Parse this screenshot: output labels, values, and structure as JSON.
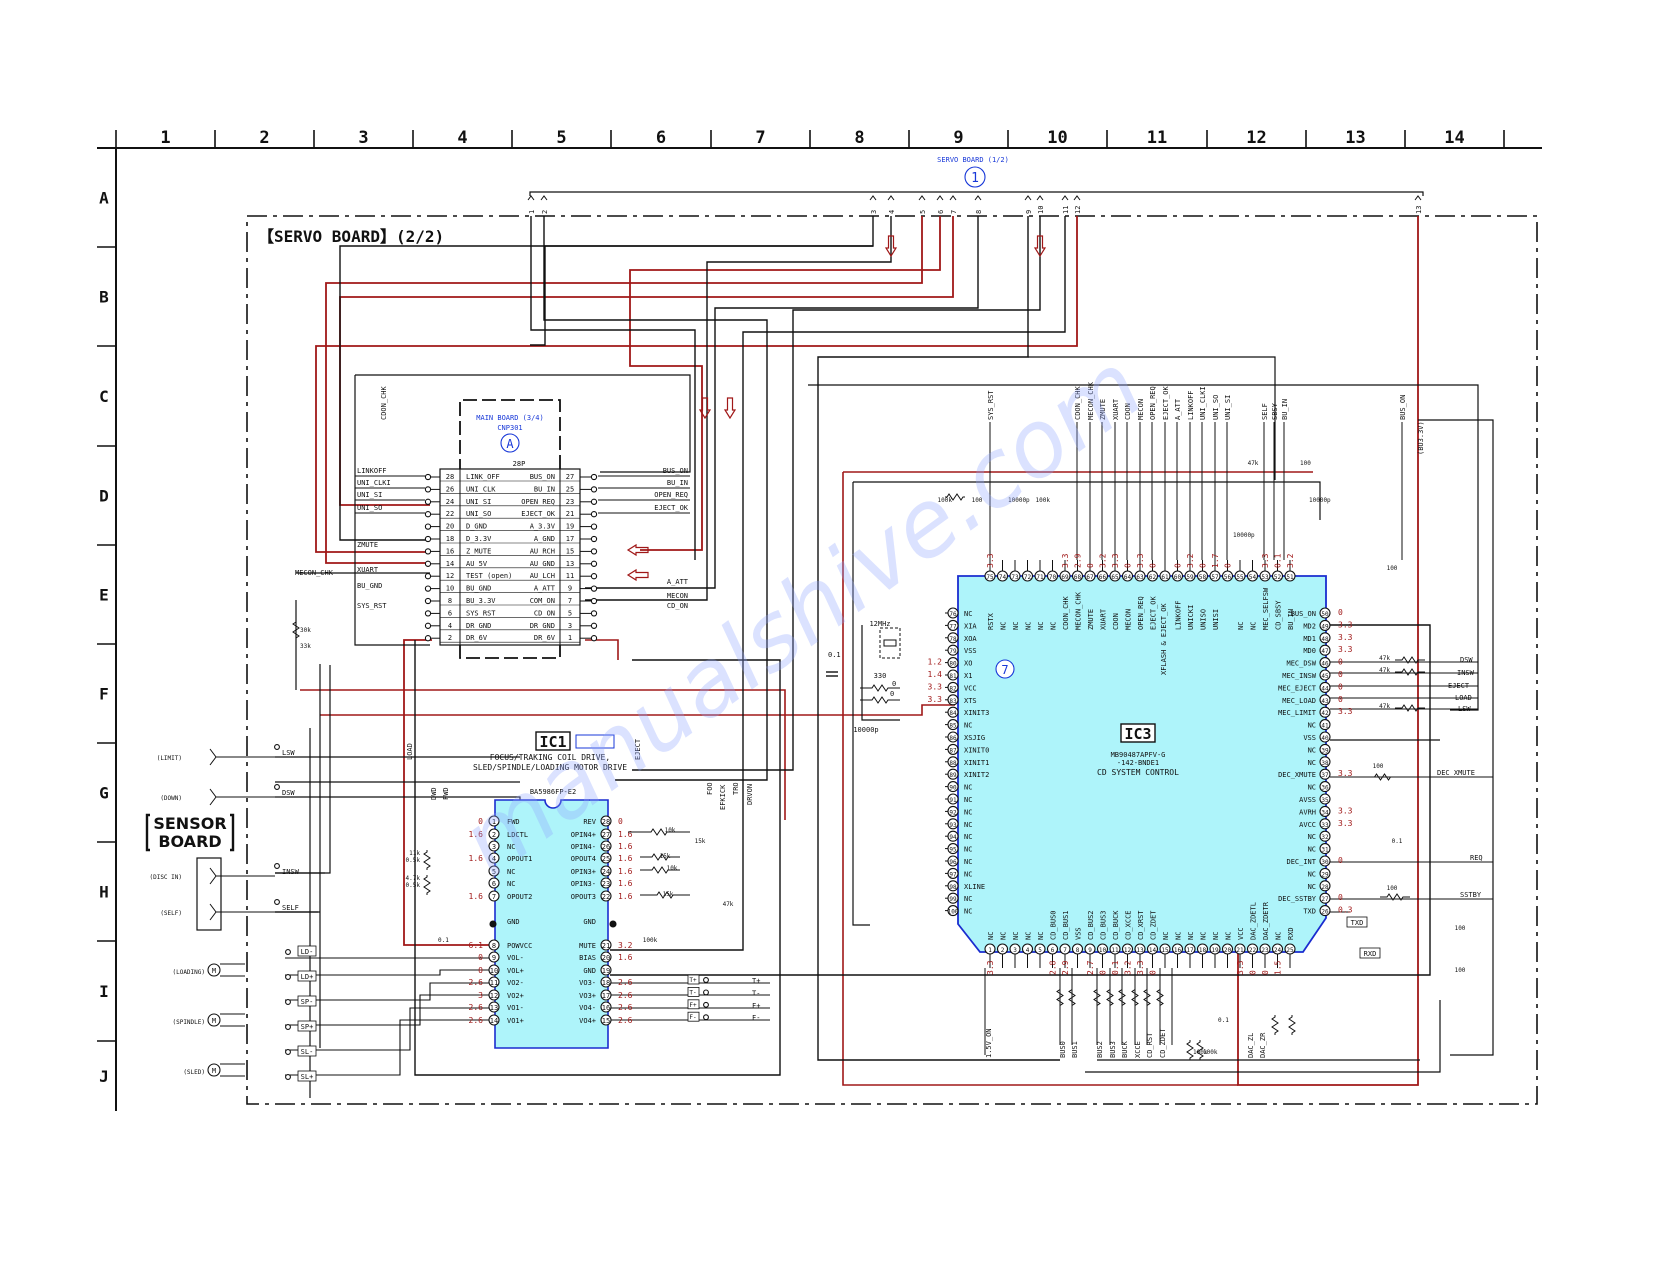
{
  "grid": {
    "columns": [
      "1",
      "2",
      "3",
      "4",
      "5",
      "6",
      "7",
      "8",
      "9",
      "10",
      "11",
      "12",
      "13",
      "14"
    ],
    "rows": [
      "A",
      "B",
      "C",
      "D",
      "E",
      "F",
      "G",
      "H",
      "I",
      "J"
    ]
  },
  "board_title": "【SERVO BOARD】(2/2)",
  "servo_ref": {
    "label": "SERVO BOARD (1/2)",
    "marker": "1"
  },
  "servo_pins": [
    "1",
    "2",
    "3",
    "4",
    "5",
    "6",
    "7",
    "8",
    "9",
    "10",
    "11",
    "12",
    "13"
  ],
  "main_board": {
    "label": "MAIN BOARD (3/4)",
    "connector": "CNP301",
    "marker": "A",
    "pin_count": "28P"
  },
  "connector_pins": [
    {
      "l": "28",
      "ln": "LINK_OFF",
      "r": "27",
      "rn": "BUS_ON"
    },
    {
      "l": "26",
      "ln": "UNI_CLK",
      "r": "25",
      "rn": "BU_IN"
    },
    {
      "l": "24",
      "ln": "UNI_SI",
      "r": "23",
      "rn": "OPEN_REQ"
    },
    {
      "l": "22",
      "ln": "UNI_SO",
      "r": "21",
      "rn": "EJECT_OK"
    },
    {
      "l": "20",
      "ln": "D_GND",
      "r": "19",
      "rn": "A_3.3V"
    },
    {
      "l": "18",
      "ln": "D_3.3V",
      "r": "17",
      "rn": "A_GND"
    },
    {
      "l": "16",
      "ln": "Z_MUTE",
      "r": "15",
      "rn": "AU_RCH"
    },
    {
      "l": "14",
      "ln": "AU_5V",
      "r": "13",
      "rn": "AU_GND"
    },
    {
      "l": "12",
      "ln": "TEST (open)",
      "r": "11",
      "rn": "AU_LCH"
    },
    {
      "l": "10",
      "ln": "BU_GND",
      "r": "9",
      "rn": "A_ATT"
    },
    {
      "l": "8",
      "ln": "BU_3.3V",
      "r": "7",
      "rn": "COM_ON"
    },
    {
      "l": "6",
      "ln": "SYS_RST",
      "r": "5",
      "rn": "CD_ON"
    },
    {
      "l": "4",
      "ln": "DR_GND",
      "r": "3",
      "rn": "DR_GND"
    },
    {
      "l": "2",
      "ln": "DR_6V",
      "r": "1",
      "rn": "DR_6V"
    }
  ],
  "connector_left_nets": [
    "LINKOFF",
    "UNI_CLKI",
    "UNI_SI",
    "UNI_SO",
    "ZMUTE",
    "XUART",
    "BU_GND",
    "SYS_RST",
    "MECON_CHK",
    "CDON_CHK"
  ],
  "connector_right_nets": [
    "BUS_ON",
    "BU_IN",
    "OPEN_REQ",
    "EJECT_OK",
    "A_ATT",
    "MECON",
    "CD_ON"
  ],
  "ic1": {
    "ref": "IC1",
    "desc1": "FOCUS/TRAKING COIL DRIVE,",
    "desc2": "SLED/SPINDLE/LOADING MOTOR DRIVE",
    "part": "BA5986FP-E2",
    "left": [
      {
        "n": "1",
        "name": "FWD",
        "v": "0"
      },
      {
        "n": "2",
        "name": "LDCTL",
        "v": "1.6"
      },
      {
        "n": "3",
        "name": "NC",
        "v": ""
      },
      {
        "n": "4",
        "name": "OPOUT1",
        "v": "1.6"
      },
      {
        "n": "5",
        "name": "NC",
        "v": ""
      },
      {
        "n": "6",
        "name": "NC",
        "v": ""
      },
      {
        "n": "7",
        "name": "OPOUT2",
        "v": "1.6"
      },
      {
        "n": "",
        "name": "GND",
        "v": ""
      },
      {
        "n": "8",
        "name": "POWVCC",
        "v": "6.1"
      },
      {
        "n": "9",
        "name": "VOL-",
        "v": "0"
      },
      {
        "n": "10",
        "name": "VOL+",
        "v": "0"
      },
      {
        "n": "11",
        "name": "VO2-",
        "v": "2.6"
      },
      {
        "n": "12",
        "name": "VO2+",
        "v": "3"
      },
      {
        "n": "13",
        "name": "VO1-",
        "v": "2.6"
      },
      {
        "n": "14",
        "name": "VO1+",
        "v": "2.6"
      }
    ],
    "right": [
      {
        "n": "28",
        "name": "REV",
        "v": "0"
      },
      {
        "n": "27",
        "name": "OPIN4+",
        "v": "1.6"
      },
      {
        "n": "26",
        "name": "OPIN4-",
        "v": "1.6"
      },
      {
        "n": "25",
        "name": "OPOUT4",
        "v": "1.6"
      },
      {
        "n": "24",
        "name": "OPIN3+",
        "v": "1.6"
      },
      {
        "n": "23",
        "name": "OPIN3-",
        "v": "1.6"
      },
      {
        "n": "22",
        "name": "OPOUT3",
        "v": "1.6"
      },
      {
        "n": "",
        "name": "GND",
        "v": ""
      },
      {
        "n": "21",
        "name": "MUTE",
        "v": "3.2"
      },
      {
        "n": "20",
        "name": "BIAS",
        "v": "1.6"
      },
      {
        "n": "19",
        "name": "GND",
        "v": ""
      },
      {
        "n": "18",
        "name": "VO3-",
        "v": "2.6"
      },
      {
        "n": "17",
        "name": "VO3+",
        "v": "2.6"
      },
      {
        "n": "16",
        "name": "VO4-",
        "v": "2.6"
      },
      {
        "n": "15",
        "name": "VO4+",
        "v": "2.6"
      }
    ],
    "top_nets": [
      "LOAD",
      "DWD",
      "FWD",
      "EJECT",
      "FOO",
      "EFKICK",
      "TRO",
      "DRVON"
    ],
    "outputs": [
      "T+",
      "T-",
      "F+",
      "F-"
    ]
  },
  "ic3": {
    "ref": "IC3",
    "part1": "MB90487APFV-G",
    "part2": "-142-BNDE1",
    "desc": "CD SYSTEM CONTROL",
    "marker7": "7",
    "top_pins": [
      {
        "n": "75",
        "name": "RSTX",
        "v": "3.3"
      },
      {
        "n": "74",
        "name": "NC",
        "v": ""
      },
      {
        "n": "73",
        "name": "NC",
        "v": ""
      },
      {
        "n": "72",
        "name": "NC",
        "v": ""
      },
      {
        "n": "71",
        "name": "NC",
        "v": ""
      },
      {
        "n": "70",
        "name": "NC",
        "v": ""
      },
      {
        "n": "69",
        "name": "CDON_CHK",
        "v": "3.3"
      },
      {
        "n": "68",
        "name": "MECON_CHK",
        "v": "2.9"
      },
      {
        "n": "67",
        "name": "ZMUTE",
        "v": "0"
      },
      {
        "n": "66",
        "name": "XUART",
        "v": "3.2"
      },
      {
        "n": "65",
        "name": "CDON",
        "v": "3.3"
      },
      {
        "n": "64",
        "name": "MECON",
        "v": "0"
      },
      {
        "n": "63",
        "name": "OPEN_REQ",
        "v": "3.3"
      },
      {
        "n": "62",
        "name": "EJECT_OK",
        "v": "0"
      },
      {
        "n": "61",
        "name": "",
        "v": ""
      },
      {
        "n": "60",
        "name": "LINKOFF",
        "v": "0"
      },
      {
        "n": "59",
        "name": "UNICKI",
        "v": "3.2"
      },
      {
        "n": "58",
        "name": "UNISO",
        "v": "0"
      },
      {
        "n": "57",
        "name": "UNISI",
        "v": "1.7"
      },
      {
        "n": "56",
        "name": "",
        "v": "0"
      },
      {
        "n": "55",
        "name": "NC",
        "v": ""
      },
      {
        "n": "54",
        "name": "NC",
        "v": ""
      },
      {
        "n": "53",
        "name": "MEC_SELFSW",
        "v": "3.3"
      },
      {
        "n": "52",
        "name": "CD_SBSY",
        "v": "0.1"
      },
      {
        "n": "51",
        "name": "BU_IN",
        "v": "3.2"
      }
    ],
    "left_pins": [
      {
        "n": "76",
        "name": "NC",
        "v": ""
      },
      {
        "n": "77",
        "name": "XIA",
        "v": ""
      },
      {
        "n": "78",
        "name": "XOA",
        "v": ""
      },
      {
        "n": "79",
        "name": "VSS",
        "v": ""
      },
      {
        "n": "80",
        "name": "XO",
        "v": "1.2"
      },
      {
        "n": "81",
        "name": "X1",
        "v": "1.4"
      },
      {
        "n": "82",
        "name": "VCC",
        "v": "3.3"
      },
      {
        "n": "83",
        "name": "XTS",
        "v": "3.3"
      },
      {
        "n": "84",
        "name": "XINIT3",
        "v": ""
      },
      {
        "n": "85",
        "name": "NC",
        "v": ""
      },
      {
        "n": "86",
        "name": "XSJIG",
        "v": ""
      },
      {
        "n": "87",
        "name": "XINIT0",
        "v": ""
      },
      {
        "n": "88",
        "name": "XINIT1",
        "v": ""
      },
      {
        "n": "89",
        "name": "XINIT2",
        "v": ""
      },
      {
        "n": "90",
        "name": "NC",
        "v": ""
      },
      {
        "n": "91",
        "name": "NC",
        "v": ""
      },
      {
        "n": "92",
        "name": "NC",
        "v": ""
      },
      {
        "n": "93",
        "name": "NC",
        "v": ""
      },
      {
        "n": "94",
        "name": "NC",
        "v": ""
      },
      {
        "n": "95",
        "name": "NC",
        "v": ""
      },
      {
        "n": "96",
        "name": "NC",
        "v": ""
      },
      {
        "n": "97",
        "name": "NC",
        "v": ""
      },
      {
        "n": "98",
        "name": "XLINE",
        "v": ""
      },
      {
        "n": "99",
        "name": "NC",
        "v": ""
      },
      {
        "n": "100",
        "name": "NC",
        "v": ""
      }
    ],
    "right_pins": [
      {
        "n": "50",
        "name": "BUS_ON",
        "v": "0"
      },
      {
        "n": "49",
        "name": "MD2",
        "v": "3.3"
      },
      {
        "n": "48",
        "name": "MD1",
        "v": "3.3"
      },
      {
        "n": "47",
        "name": "MD0",
        "v": "3.3"
      },
      {
        "n": "46",
        "name": "MEC_DSW",
        "v": "0"
      },
      {
        "n": "45",
        "name": "MEC_INSW",
        "v": "0"
      },
      {
        "n": "44",
        "name": "MEC_EJECT",
        "v": "0"
      },
      {
        "n": "43",
        "name": "MEC_LOAD",
        "v": "0"
      },
      {
        "n": "42",
        "name": "MEC_LIMIT",
        "v": "3.3"
      },
      {
        "n": "41",
        "name": "NC",
        "v": ""
      },
      {
        "n": "40",
        "name": "VSS",
        "v": ""
      },
      {
        "n": "39",
        "name": "NC",
        "v": ""
      },
      {
        "n": "38",
        "name": "NC",
        "v": ""
      },
      {
        "n": "37",
        "name": "DEC_XMUTE",
        "v": "3.3"
      },
      {
        "n": "36",
        "name": "NC",
        "v": ""
      },
      {
        "n": "35",
        "name": "AVSS",
        "v": ""
      },
      {
        "n": "34",
        "name": "AVRH",
        "v": "3.3"
      },
      {
        "n": "33",
        "name": "AVCC",
        "v": "3.3"
      },
      {
        "n": "32",
        "name": "NC",
        "v": ""
      },
      {
        "n": "31",
        "name": "NC",
        "v": ""
      },
      {
        "n": "30",
        "name": "DEC_INT",
        "v": "0"
      },
      {
        "n": "29",
        "name": "NC",
        "v": ""
      },
      {
        "n": "28",
        "name": "NC",
        "v": ""
      },
      {
        "n": "27",
        "name": "DEC_SSTBY",
        "v": "0"
      },
      {
        "n": "26",
        "name": "TXD",
        "v": "0.3"
      }
    ],
    "bottom_pins": [
      {
        "n": "1",
        "name": "NC",
        "v": "3.3"
      },
      {
        "n": "2",
        "name": "NC",
        "v": ""
      },
      {
        "n": "3",
        "name": "NC",
        "v": ""
      },
      {
        "n": "4",
        "name": "NC",
        "v": ""
      },
      {
        "n": "5",
        "name": "NC",
        "v": ""
      },
      {
        "n": "6",
        "name": "CD_BUS0",
        "v": "2.8"
      },
      {
        "n": "7",
        "name": "CD_BUS1",
        "v": "2.9"
      },
      {
        "n": "8",
        "name": "VSS",
        "v": ""
      },
      {
        "n": "9",
        "name": "CD_BUS2",
        "v": "2.7"
      },
      {
        "n": "10",
        "name": "CD_BUS3",
        "v": "0"
      },
      {
        "n": "11",
        "name": "CD_BUCK",
        "v": "0.1"
      },
      {
        "n": "12",
        "name": "CD_XCCE",
        "v": "3.2"
      },
      {
        "n": "13",
        "name": "CD_XRST",
        "v": "3.3"
      },
      {
        "n": "14",
        "name": "CD_ZDET",
        "v": "0"
      },
      {
        "n": "15",
        "name": "NC",
        "v": ""
      },
      {
        "n": "16",
        "name": "NC",
        "v": ""
      },
      {
        "n": "17",
        "name": "NC",
        "v": ""
      },
      {
        "n": "18",
        "name": "NC",
        "v": ""
      },
      {
        "n": "19",
        "name": "NC",
        "v": ""
      },
      {
        "n": "20",
        "name": "NC",
        "v": ""
      },
      {
        "n": "21",
        "name": "VCC",
        "v": "3.3"
      },
      {
        "n": "22",
        "name": "DAC_ZDETL",
        "v": "0"
      },
      {
        "n": "23",
        "name": "DAC_ZDETR",
        "v": "0"
      },
      {
        "n": "24",
        "name": "NC",
        "v": "1.5"
      },
      {
        "n": "25",
        "name": "RXD",
        "v": ""
      }
    ],
    "top_nets": [
      "SYS_RST",
      "CDON_CHK",
      "MECON_CHK",
      "ZMUTE",
      "XUART",
      "CDON",
      "MECON",
      "OPEN_REQ",
      "EJECT_OK",
      "A_ATT",
      "LINKOFF",
      "UNI_CLKI",
      "UNI_SO",
      "UNI_SI",
      "SELF",
      "SBSY",
      "BU_IN",
      "BUS_ON"
    ],
    "right_nets": [
      "DSW",
      "INSW",
      "EJECT",
      "LOAD",
      "LSW",
      "DEC_XMUTE",
      "REQ",
      "SSTBY",
      "TXD",
      "RXD"
    ],
    "bottom_nets": [
      "1.5V_ON",
      "BUS0",
      "BUS1",
      "BUS2",
      "BUS3",
      "BUCK",
      "XCCE",
      "CD_RST",
      "CD_ZDET",
      "DAC_ZL",
      "DAC_ZR"
    ],
    "inner_notes": [
      "XFLASH & EJECT_OK"
    ]
  },
  "sensor": {
    "title1": "SENSOR",
    "title2": "BOARD",
    "switches": [
      "(LIMIT)",
      "(DOWN)",
      "(DISC IN)",
      "(SELF)"
    ],
    "nets": [
      "LSW",
      "DSW",
      "INSW",
      "SELF"
    ],
    "motors": [
      "(LOADING)",
      "(SPINDLE)",
      "(SLED)"
    ],
    "motor_nets": [
      "LD-",
      "LD+",
      "SP-",
      "SP+",
      "SL-",
      "SL+"
    ]
  },
  "passives": {
    "crystal": "12MHz",
    "cap_01": "0.1",
    "r_330": "330",
    "r_0": "0",
    "cap_10000p": "10000p",
    "r_100k": "100k",
    "r_100": "100",
    "r_47k": "47k",
    "r_10k": "10k",
    "r_15k": "15k",
    "r_11k": "11k",
    "r_05k": "0.5k",
    "r_47k2": "4.7k",
    "r_30k": "30k",
    "r_33k": "33k",
    "bus33v": "(BU3.3V)"
  },
  "watermark": "manualshive.com",
  "colors": {
    "red": "#a01818",
    "blue": "#1838d8",
    "chip": "#aef4fa",
    "line": "#111111"
  }
}
